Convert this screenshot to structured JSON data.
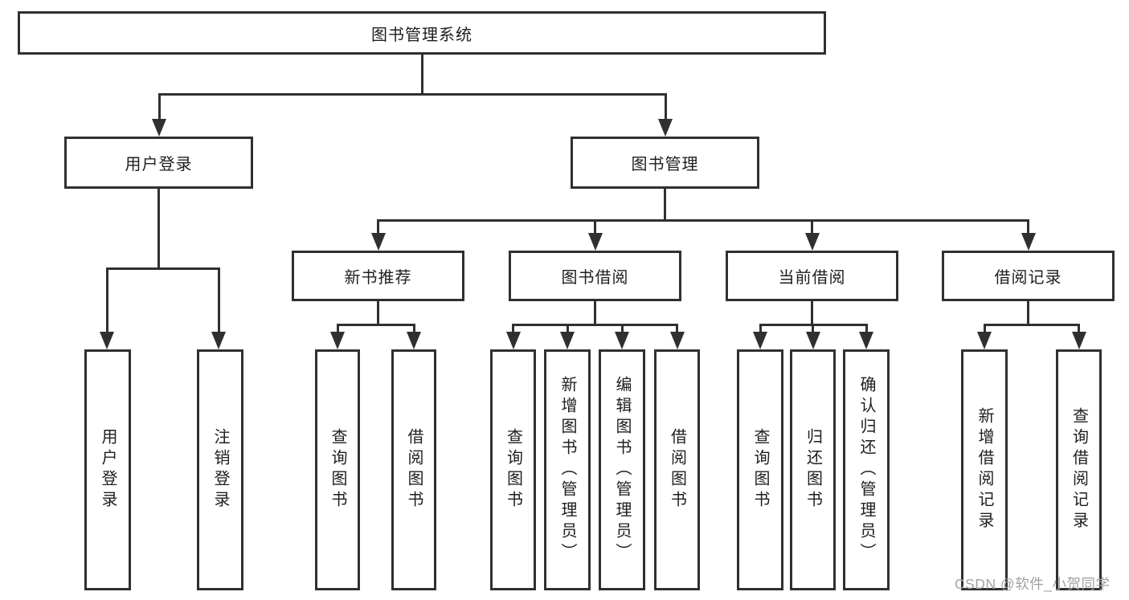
{
  "diagram": {
    "root": "图书管理系统",
    "level1": [
      "用户登录",
      "图书管理"
    ],
    "level2": [
      "新书推荐",
      "图书借阅",
      "当前借阅",
      "借阅记录"
    ],
    "leaves": {
      "user_login": [
        "用户登录",
        "注销登录"
      ],
      "new_book_recommend": [
        "查询图书",
        "借阅图书"
      ],
      "book_borrow": [
        "查询图书",
        "新增图书（管理员）",
        "编辑图书（管理员）",
        "借阅图书"
      ],
      "current_borrow": [
        "查询图书",
        "归还图书",
        "确认归还（管理员）"
      ],
      "borrow_records": [
        "新增借阅记录",
        "查询借阅记录"
      ]
    }
  },
  "watermark": "CSDN @软件_小贺同学",
  "colors": {
    "line": "#303030",
    "text": "#1e1e1e",
    "watermark": "#a3a2a2",
    "background": "#ffffff"
  }
}
